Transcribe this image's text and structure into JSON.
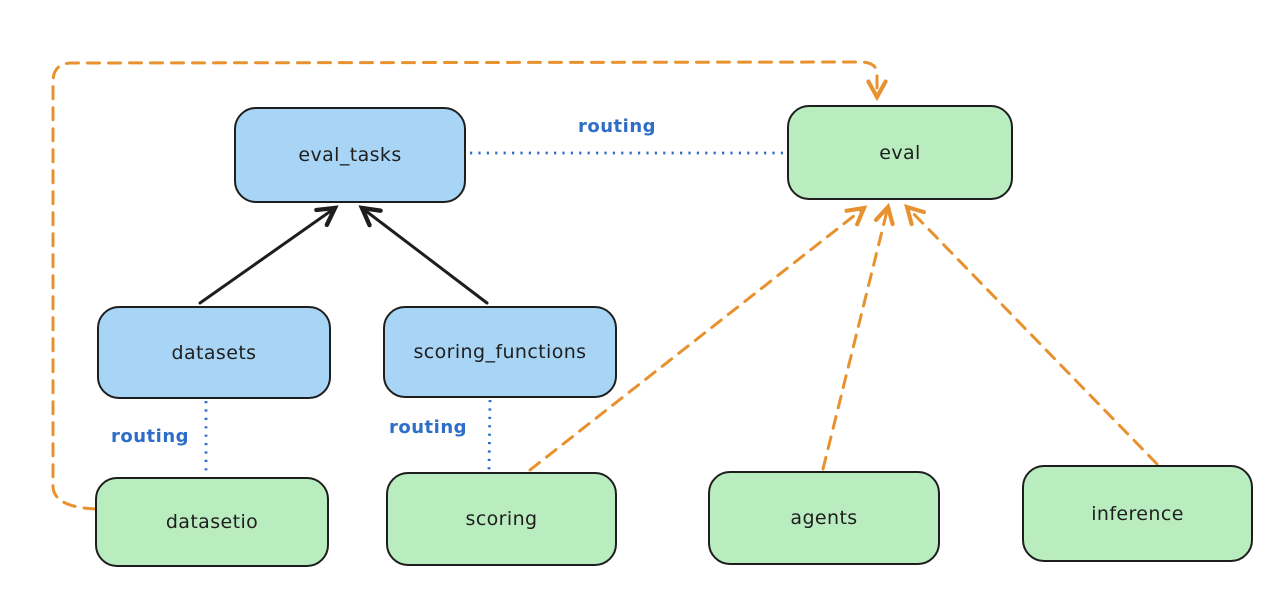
{
  "diagram": {
    "nodes": {
      "eval_tasks": {
        "label": "eval_tasks",
        "fill": "#a8d5f6"
      },
      "eval": {
        "label": "eval",
        "fill": "#b9ecbe"
      },
      "datasets": {
        "label": "datasets",
        "fill": "#a8d5f6"
      },
      "scoring_functions": {
        "label": "scoring_functions",
        "fill": "#a8d5f6"
      },
      "datasetio": {
        "label": "datasetio",
        "fill": "#b9ecbe"
      },
      "scoring": {
        "label": "scoring",
        "fill": "#b9ecbe"
      },
      "agents": {
        "label": "agents",
        "fill": "#b9ecbe"
      },
      "inference": {
        "label": "inference",
        "fill": "#b9ecbe"
      }
    },
    "edges": [
      {
        "from": "datasets",
        "to": "eval_tasks",
        "style": "solid-arrow",
        "color": "#1e1e1e"
      },
      {
        "from": "scoring_functions",
        "to": "eval_tasks",
        "style": "solid-arrow",
        "color": "#1e1e1e"
      },
      {
        "from": "eval_tasks",
        "to": "eval",
        "style": "dotted",
        "color": "#2e6ec7",
        "label": "routing"
      },
      {
        "from": "datasets",
        "to": "datasetio",
        "style": "dotted",
        "color": "#2e6ec7",
        "label": "routing"
      },
      {
        "from": "scoring_functions",
        "to": "scoring",
        "style": "dotted",
        "color": "#2e6ec7",
        "label": "routing"
      },
      {
        "from": "datasetio",
        "to": "eval",
        "style": "dashed-arrow",
        "color": "#e8922f"
      },
      {
        "from": "scoring",
        "to": "eval",
        "style": "dashed-arrow",
        "color": "#e8922f"
      },
      {
        "from": "agents",
        "to": "eval",
        "style": "dashed-arrow",
        "color": "#e8922f"
      },
      {
        "from": "inference",
        "to": "eval",
        "style": "dashed-arrow",
        "color": "#e8922f"
      }
    ],
    "colors": {
      "background": "#ffffff",
      "node_stroke": "#1e1e1e",
      "node_blue_fill": "#a8d5f6",
      "node_green_fill": "#b9ecbe",
      "solid_arrow": "#1e1e1e",
      "dashed_arrow_orange": "#e8922f",
      "dotted_line_blue": "#2e6ec7",
      "label_blue": "#2e6ec7"
    }
  }
}
